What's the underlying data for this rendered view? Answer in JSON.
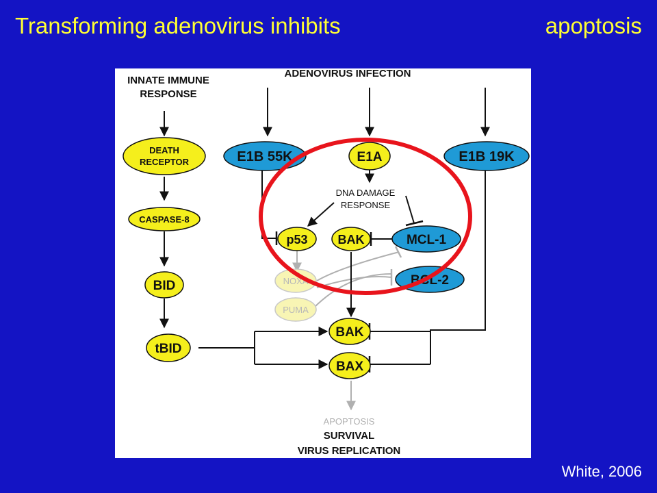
{
  "header": {
    "title_left": "Transforming adenovirus inhibits",
    "title_right": "apoptosis"
  },
  "citation": "White, 2006",
  "diagram": {
    "innate_immune": [
      "INNATE IMMUNE",
      "RESPONSE"
    ],
    "adenovirus_infection": "ADENOVIRUS INFECTION",
    "death_receptor": [
      "DEATH",
      "RECEPTOR"
    ],
    "caspase8": "CASPASE-8",
    "bid": "BID",
    "tbid": "tBID",
    "e1b55k": "E1B 55K",
    "e1a": "E1A",
    "e1b19k": "E1B 19K",
    "dna_damage": [
      "DNA DAMAGE",
      "RESPONSE"
    ],
    "p53": "p53",
    "bak_top": "BAK",
    "mcl1": "MCL-1",
    "noxa": "NOXA",
    "puma": "PUMA",
    "bcl2": "BCL-2",
    "bak_bottom": "BAK",
    "bax": "BAX",
    "apoptosis": "APOPTOSIS",
    "survival": "SURVIVAL",
    "virus_replication": "VIRUS REPLICATION"
  },
  "colors": {
    "background": "#1414c4",
    "title": "#ffff33",
    "yellow_node": "#f5ef1c",
    "blue_node": "#1f9ad6",
    "highlight_circle": "#e8141c"
  }
}
